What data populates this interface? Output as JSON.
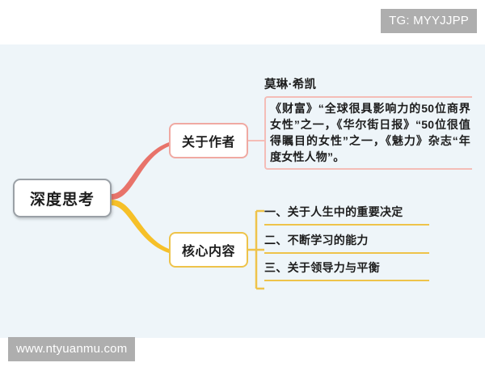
{
  "watermarks": {
    "top": "TG: MYYJJPP",
    "bottom": "www.ntyuanmu.com"
  },
  "mindmap": {
    "root": {
      "label": "深度思考"
    },
    "branches": [
      {
        "label": "关于作者",
        "color": "#f0a9a2",
        "detail": {
          "title": "莫琳·希凯",
          "body": "《财富》“全球很具影响力的50位商界女性”之一，《华尔街日报》“50位很值得瞩目的女性”之一，《魅力》杂志“年度女性人物”。"
        }
      },
      {
        "label": "核心内容",
        "color": "#eec34a",
        "items": [
          {
            "label": "一、关于人生中的重要决定"
          },
          {
            "label": "二、不断学习的能力"
          },
          {
            "label": "三、关于领导力与平衡"
          }
        ]
      }
    ]
  },
  "colors": {
    "canvas_background": "#eef5f9",
    "page_background": "#ffffff",
    "root_border": "#9aa0a6",
    "branch_author": "#f0a9a2",
    "branch_core": "#eec34a",
    "watermark_background": "#aeaeae",
    "text": "#1d1d1d"
  }
}
